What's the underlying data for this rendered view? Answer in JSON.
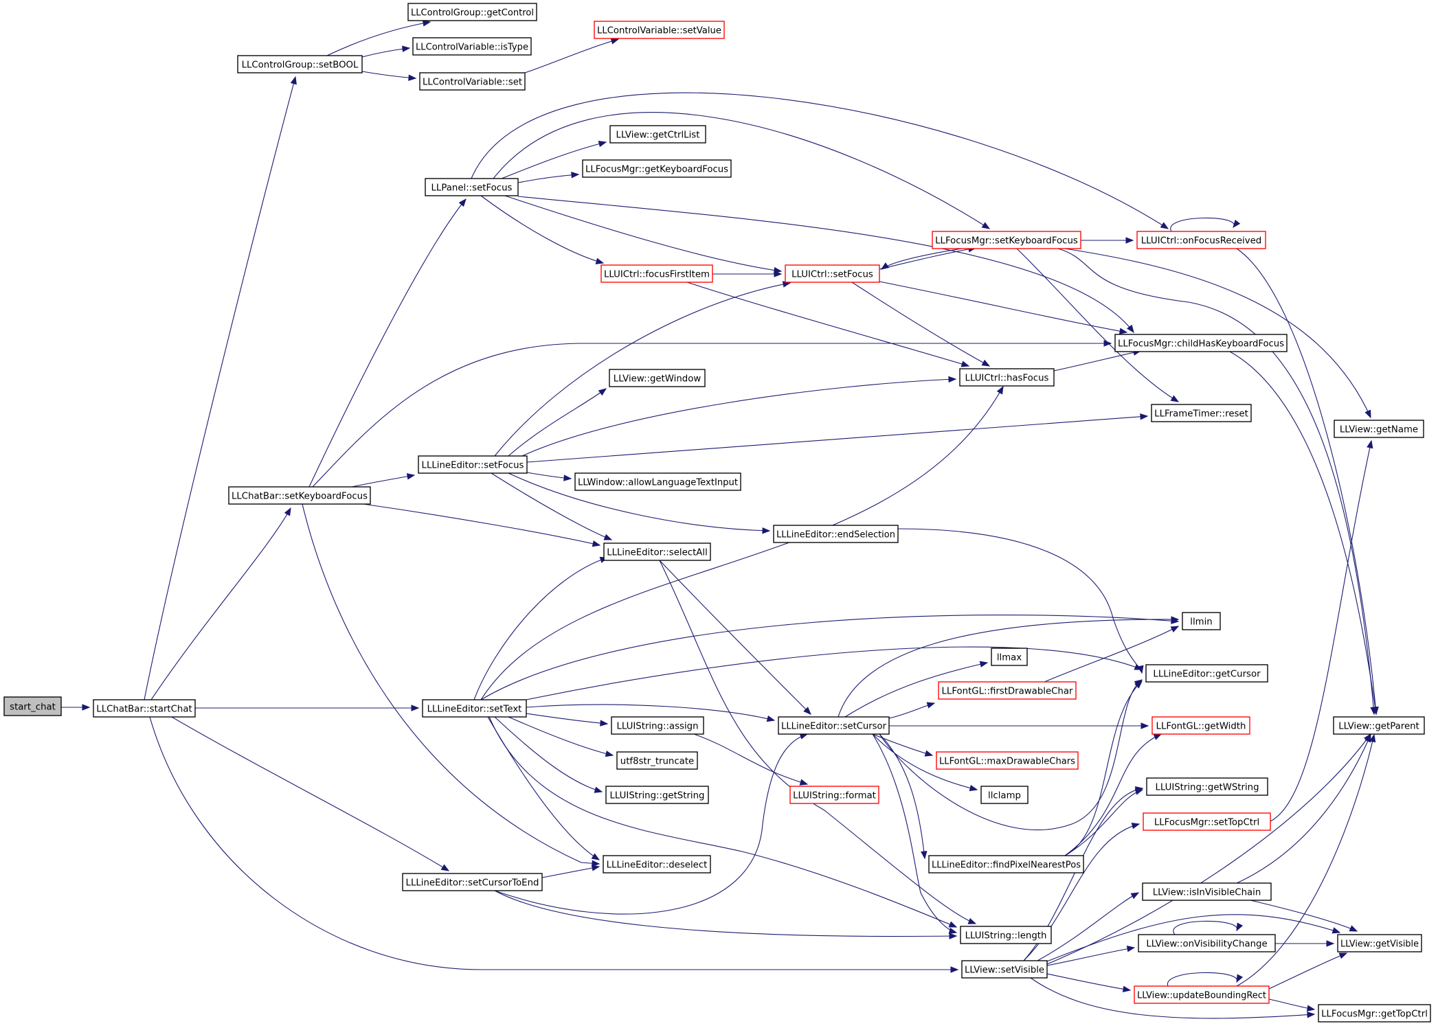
{
  "graph": {
    "kind": "call-graph",
    "colors": {
      "background": "#ffffff",
      "edge": "#191970",
      "node_border": "#000000",
      "node_border_truncated": "#ff0000",
      "root_fill": "#bfbfbf",
      "node_fill": "#ffffff",
      "text": "#000000"
    },
    "nodes": [
      {
        "id": "start_chat",
        "label": "start_chat",
        "style": "root"
      },
      {
        "id": "cb_startChat",
        "label": "LLChatBar::startChat",
        "style": "normal"
      },
      {
        "id": "cg_setBOOL",
        "label": "LLControlGroup::setBOOL",
        "style": "normal"
      },
      {
        "id": "cg_getControl",
        "label": "LLControlGroup::getControl",
        "style": "normal"
      },
      {
        "id": "cv_isType",
        "label": "LLControlVariable::isType",
        "style": "normal"
      },
      {
        "id": "cv_set",
        "label": "LLControlVariable::set",
        "style": "normal"
      },
      {
        "id": "cv_setValue",
        "label": "LLControlVariable::setValue",
        "style": "truncated"
      },
      {
        "id": "v_getCtrlList",
        "label": "LLView::getCtrlList",
        "style": "normal"
      },
      {
        "id": "fm_getKeyboardFocus",
        "label": "LLFocusMgr::getKeyboardFocus",
        "style": "normal"
      },
      {
        "id": "p_setFocus",
        "label": "LLPanel::setFocus",
        "style": "normal"
      },
      {
        "id": "fm_setKeyboardFocus",
        "label": "LLFocusMgr::setKeyboardFocus",
        "style": "truncated"
      },
      {
        "id": "uc_onFocusReceived",
        "label": "LLUICtrl::onFocusReceived",
        "style": "truncated"
      },
      {
        "id": "uc_focusFirstItem",
        "label": "LLUICtrl::focusFirstItem",
        "style": "truncated"
      },
      {
        "id": "uc_setFocus",
        "label": "LLUICtrl::setFocus",
        "style": "truncated"
      },
      {
        "id": "fm_childHasKeyboardFocus",
        "label": "LLFocusMgr::childHasKeyboardFocus",
        "style": "normal"
      },
      {
        "id": "v_getWindow",
        "label": "LLView::getWindow",
        "style": "normal"
      },
      {
        "id": "uc_hasFocus",
        "label": "LLUICtrl::hasFocus",
        "style": "normal"
      },
      {
        "id": "ft_reset",
        "label": "LLFrameTimer::reset",
        "style": "normal"
      },
      {
        "id": "v_getName",
        "label": "LLView::getName",
        "style": "normal"
      },
      {
        "id": "le_setFocus",
        "label": "LLLineEditor::setFocus",
        "style": "normal"
      },
      {
        "id": "w_allowLanguageTextInput",
        "label": "LLWindow::allowLanguageTextInput",
        "style": "normal"
      },
      {
        "id": "cb_setKeyboardFocus",
        "label": "LLChatBar::setKeyboardFocus",
        "style": "normal"
      },
      {
        "id": "le_endSelection",
        "label": "LLLineEditor::endSelection",
        "style": "normal"
      },
      {
        "id": "le_selectAll",
        "label": "LLLineEditor::selectAll",
        "style": "normal"
      },
      {
        "id": "llmin",
        "label": "llmin",
        "style": "normal"
      },
      {
        "id": "llmax",
        "label": "llmax",
        "style": "normal"
      },
      {
        "id": "le_getCursor",
        "label": "LLLineEditor::getCursor",
        "style": "normal"
      },
      {
        "id": "fgl_firstDrawableChar",
        "label": "LLFontGL::firstDrawableChar",
        "style": "truncated"
      },
      {
        "id": "le_setText",
        "label": "LLLineEditor::setText",
        "style": "normal"
      },
      {
        "id": "le_setCursor",
        "label": "LLLineEditor::setCursor",
        "style": "normal"
      },
      {
        "id": "fgl_getWidth",
        "label": "LLFontGL::getWidth",
        "style": "truncated"
      },
      {
        "id": "v_getParent",
        "label": "LLView::getParent",
        "style": "normal"
      },
      {
        "id": "us_assign",
        "label": "LLUIString::assign",
        "style": "normal"
      },
      {
        "id": "utf8str_truncate",
        "label": "utf8str_truncate",
        "style": "normal"
      },
      {
        "id": "fgl_maxDrawableChars",
        "label": "LLFontGL::maxDrawableChars",
        "style": "truncated"
      },
      {
        "id": "us_getString",
        "label": "LLUIString::getString",
        "style": "normal"
      },
      {
        "id": "us_format",
        "label": "LLUIString::format",
        "style": "truncated"
      },
      {
        "id": "llclamp",
        "label": "llclamp",
        "style": "normal"
      },
      {
        "id": "us_getWString",
        "label": "LLUIString::getWString",
        "style": "normal"
      },
      {
        "id": "fm_setTopCtrl",
        "label": "LLFocusMgr::setTopCtrl",
        "style": "truncated"
      },
      {
        "id": "le_deselect",
        "label": "LLLineEditor::deselect",
        "style": "normal"
      },
      {
        "id": "le_findPixelNearestPos",
        "label": "LLLineEditor::findPixelNearestPos",
        "style": "normal"
      },
      {
        "id": "le_setCursorToEnd",
        "label": "LLLineEditor::setCursorToEnd",
        "style": "normal"
      },
      {
        "id": "v_isInVisibleChain",
        "label": "LLView::isInVisibleChain",
        "style": "normal"
      },
      {
        "id": "us_length",
        "label": "LLUIString::length",
        "style": "normal"
      },
      {
        "id": "v_onVisibilityChange",
        "label": "LLView::onVisibilityChange",
        "style": "normal"
      },
      {
        "id": "v_getVisible",
        "label": "LLView::getVisible",
        "style": "normal"
      },
      {
        "id": "v_setVisible",
        "label": "LLView::setVisible",
        "style": "normal"
      },
      {
        "id": "v_updateBoundingRect",
        "label": "LLView::updateBoundingRect",
        "style": "truncated"
      },
      {
        "id": "fm_getTopCtrl",
        "label": "LLFocusMgr::getTopCtrl",
        "style": "normal"
      }
    ],
    "edges": [
      {
        "from": "start_chat",
        "to": "cb_startChat"
      },
      {
        "from": "cb_startChat",
        "to": "cg_setBOOL"
      },
      {
        "from": "cb_startChat",
        "to": "cb_setKeyboardFocus"
      },
      {
        "from": "cb_startChat",
        "to": "le_setText"
      },
      {
        "from": "cb_startChat",
        "to": "le_setCursorToEnd"
      },
      {
        "from": "cb_startChat",
        "to": "v_setVisible"
      },
      {
        "from": "cg_setBOOL",
        "to": "cg_getControl"
      },
      {
        "from": "cg_setBOOL",
        "to": "cv_isType"
      },
      {
        "from": "cg_setBOOL",
        "to": "cv_set"
      },
      {
        "from": "cv_set",
        "to": "cv_setValue"
      },
      {
        "from": "cb_setKeyboardFocus",
        "to": "p_setFocus"
      },
      {
        "from": "cb_setKeyboardFocus",
        "to": "fm_childHasKeyboardFocus"
      },
      {
        "from": "cb_setKeyboardFocus",
        "to": "le_setFocus"
      },
      {
        "from": "cb_setKeyboardFocus",
        "to": "le_selectAll"
      },
      {
        "from": "cb_setKeyboardFocus",
        "to": "le_deselect"
      },
      {
        "from": "p_setFocus",
        "to": "v_getCtrlList"
      },
      {
        "from": "p_setFocus",
        "to": "fm_getKeyboardFocus"
      },
      {
        "from": "p_setFocus",
        "to": "fm_setKeyboardFocus"
      },
      {
        "from": "p_setFocus",
        "to": "uc_onFocusReceived"
      },
      {
        "from": "p_setFocus",
        "to": "uc_focusFirstItem"
      },
      {
        "from": "p_setFocus",
        "to": "uc_setFocus"
      },
      {
        "from": "p_setFocus",
        "to": "fm_childHasKeyboardFocus"
      },
      {
        "from": "fm_setKeyboardFocus",
        "to": "uc_onFocusReceived"
      },
      {
        "from": "fm_setKeyboardFocus",
        "to": "uc_setFocus"
      },
      {
        "from": "fm_setKeyboardFocus",
        "to": "ft_reset"
      },
      {
        "from": "fm_setKeyboardFocus",
        "to": "v_getName"
      },
      {
        "from": "fm_setKeyboardFocus",
        "to": "v_getParent"
      },
      {
        "from": "uc_onFocusReceived",
        "to": "uc_onFocusReceived"
      },
      {
        "from": "uc_onFocusReceived",
        "to": "v_getParent"
      },
      {
        "from": "uc_focusFirstItem",
        "to": "uc_setFocus"
      },
      {
        "from": "uc_focusFirstItem",
        "to": "uc_hasFocus"
      },
      {
        "from": "uc_setFocus",
        "to": "fm_setKeyboardFocus"
      },
      {
        "from": "uc_setFocus",
        "to": "uc_hasFocus"
      },
      {
        "from": "uc_setFocus",
        "to": "fm_childHasKeyboardFocus"
      },
      {
        "from": "uc_hasFocus",
        "to": "fm_childHasKeyboardFocus"
      },
      {
        "from": "fm_childHasKeyboardFocus",
        "to": "v_getParent"
      },
      {
        "from": "le_setFocus",
        "to": "uc_setFocus"
      },
      {
        "from": "le_setFocus",
        "to": "v_getWindow"
      },
      {
        "from": "le_setFocus",
        "to": "uc_hasFocus"
      },
      {
        "from": "le_setFocus",
        "to": "ft_reset"
      },
      {
        "from": "le_setFocus",
        "to": "w_allowLanguageTextInput"
      },
      {
        "from": "le_setFocus",
        "to": "le_endSelection"
      },
      {
        "from": "le_setFocus",
        "to": "le_selectAll"
      },
      {
        "from": "le_endSelection",
        "to": "le_getCursor"
      },
      {
        "from": "le_selectAll",
        "to": "le_setCursor"
      },
      {
        "from": "le_selectAll",
        "to": "us_length"
      },
      {
        "from": "le_setText",
        "to": "le_selectAll"
      },
      {
        "from": "le_setText",
        "to": "uc_hasFocus"
      },
      {
        "from": "le_setText",
        "to": "llmin"
      },
      {
        "from": "le_setText",
        "to": "le_getCursor"
      },
      {
        "from": "le_setText",
        "to": "le_setCursor"
      },
      {
        "from": "le_setText",
        "to": "us_assign"
      },
      {
        "from": "le_setText",
        "to": "utf8str_truncate"
      },
      {
        "from": "le_setText",
        "to": "us_getString"
      },
      {
        "from": "le_setText",
        "to": "le_deselect"
      },
      {
        "from": "le_setText",
        "to": "us_length"
      },
      {
        "from": "us_assign",
        "to": "us_format"
      },
      {
        "from": "le_setCursor",
        "to": "llmin"
      },
      {
        "from": "le_setCursor",
        "to": "llmax"
      },
      {
        "from": "le_setCursor",
        "to": "fgl_firstDrawableChar"
      },
      {
        "from": "le_setCursor",
        "to": "fgl_getWidth"
      },
      {
        "from": "le_setCursor",
        "to": "fgl_maxDrawableChars"
      },
      {
        "from": "le_setCursor",
        "to": "llclamp"
      },
      {
        "from": "le_setCursor",
        "to": "le_findPixelNearestPos"
      },
      {
        "from": "le_setCursor",
        "to": "us_length"
      },
      {
        "from": "le_setCursor",
        "to": "le_getCursor"
      },
      {
        "from": "fgl_firstDrawableChar",
        "to": "llmin"
      },
      {
        "from": "le_findPixelNearestPos",
        "to": "le_getCursor"
      },
      {
        "from": "le_findPixelNearestPos",
        "to": "fgl_getWidth"
      },
      {
        "from": "le_findPixelNearestPos",
        "to": "us_getWString"
      },
      {
        "from": "le_setCursorToEnd",
        "to": "le_deselect"
      },
      {
        "from": "le_setCursorToEnd",
        "to": "le_setCursor"
      },
      {
        "from": "le_setCursorToEnd",
        "to": "us_length"
      },
      {
        "from": "fm_setTopCtrl",
        "to": "v_getName"
      },
      {
        "from": "v_setVisible",
        "to": "us_getWString"
      },
      {
        "from": "v_setVisible",
        "to": "fm_setTopCtrl"
      },
      {
        "from": "v_setVisible",
        "to": "v_isInVisibleChain"
      },
      {
        "from": "v_setVisible",
        "to": "v_onVisibilityChange"
      },
      {
        "from": "v_setVisible",
        "to": "v_updateBoundingRect"
      },
      {
        "from": "v_setVisible",
        "to": "v_getParent"
      },
      {
        "from": "v_setVisible",
        "to": "v_getVisible"
      },
      {
        "from": "v_setVisible",
        "to": "fm_getTopCtrl"
      },
      {
        "from": "v_isInVisibleChain",
        "to": "v_getVisible"
      },
      {
        "from": "v_isInVisibleChain",
        "to": "v_getParent"
      },
      {
        "from": "v_onVisibilityChange",
        "to": "v_onVisibilityChange"
      },
      {
        "from": "v_onVisibilityChange",
        "to": "v_getVisible"
      },
      {
        "from": "v_updateBoundingRect",
        "to": "v_updateBoundingRect"
      },
      {
        "from": "v_updateBoundingRect",
        "to": "v_getVisible"
      },
      {
        "from": "v_updateBoundingRect",
        "to": "v_getParent"
      },
      {
        "from": "v_updateBoundingRect",
        "to": "fm_getTopCtrl"
      }
    ]
  }
}
